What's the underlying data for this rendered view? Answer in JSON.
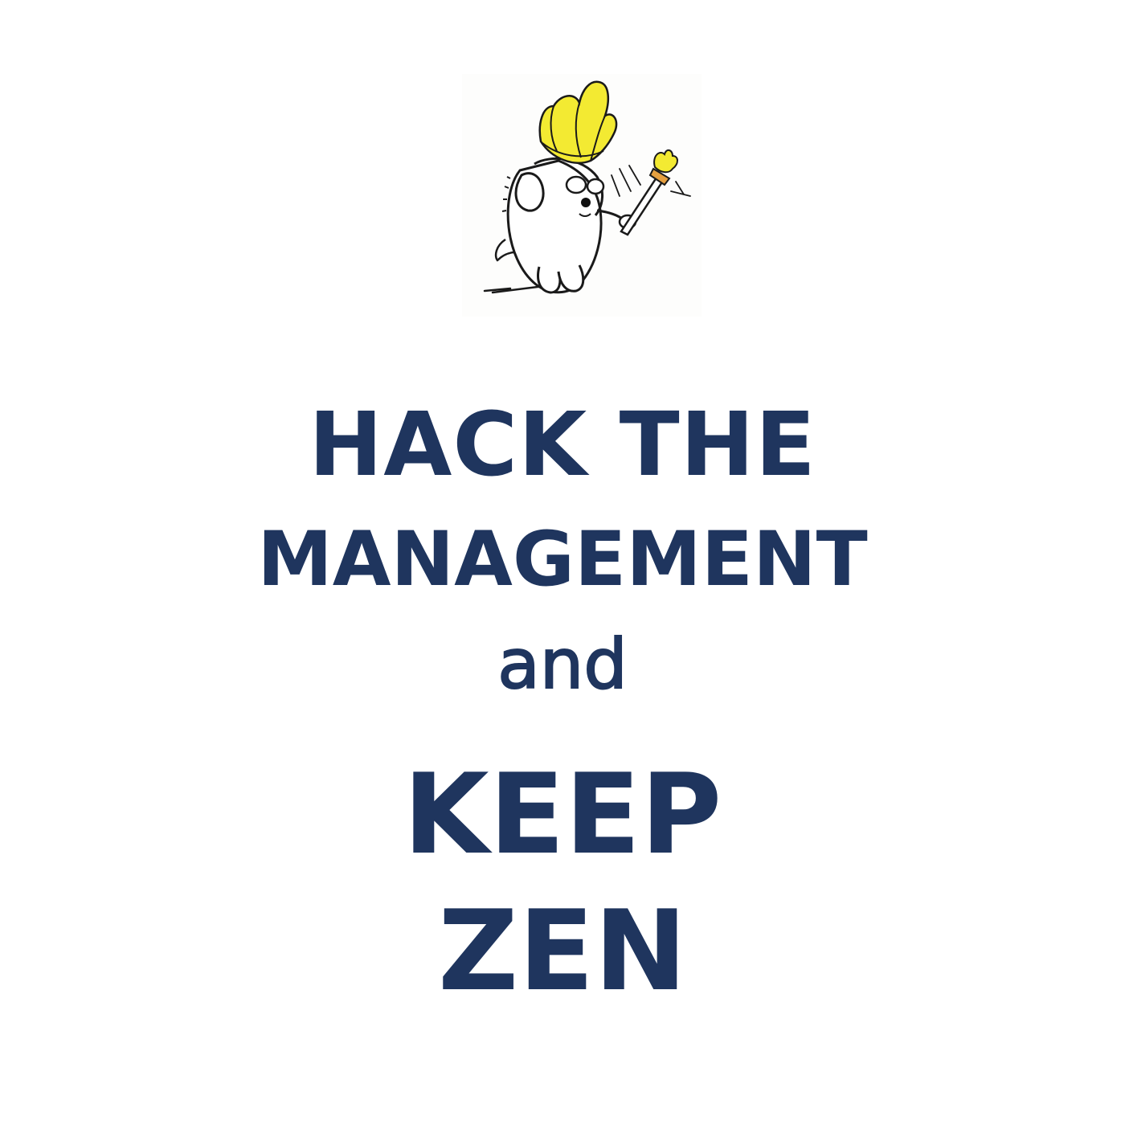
{
  "poster": {
    "lines": [
      "HACK THE",
      "MANAGEMENT",
      "and",
      "KEEP",
      "ZEN"
    ]
  },
  "illustration": {
    "icon": "dog-with-yellow-crown-and-torch-icon"
  },
  "colors": {
    "text": "#1f355e",
    "background": "#ffffff",
    "crown": "#f3ea32",
    "outline": "#1a1a1a"
  }
}
